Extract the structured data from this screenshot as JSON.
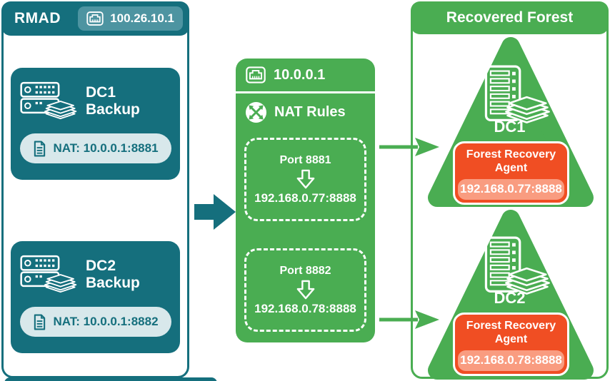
{
  "rmad": {
    "title": "RMAD",
    "ip": "100.26.10.1",
    "servers": [
      {
        "label": "DC1 Backup",
        "nat": "NAT: 10.0.0.1:8881"
      },
      {
        "label": "DC2 Backup",
        "nat": "NAT: 10.0.0.1:8882"
      }
    ]
  },
  "nat_gateway": {
    "ip": "10.0.0.1",
    "title": "NAT Rules",
    "rules": [
      {
        "port": "Port 8881",
        "target": "192.168.0.77:8888"
      },
      {
        "port": "Port 8882",
        "target": "192.168.0.78:8888"
      }
    ]
  },
  "forest": {
    "title": "Recovered Forest",
    "domain_controllers": [
      {
        "name": "DC1",
        "agent": "Forest Recovery Agent",
        "address": "192.168.0.77:8888"
      },
      {
        "name": "DC2",
        "agent": "Forest Recovery Agent",
        "address": "192.168.0.78:8888"
      }
    ]
  },
  "icons": {
    "rmad_badge": "ethernet-port-icon",
    "gateway_badge": "ethernet-port-icon",
    "backup_server": "server-backup-stack-icon",
    "nat_pill": "document-icon",
    "nat_rules": "route-arrows-icon",
    "rule_mapping": "hollow-down-arrow-icon",
    "domain_controller": "server-tower-stack-icon",
    "flow": "right-arrow-icon"
  },
  "colors": {
    "teal": "#156f7d",
    "teal_light": "#4d94a1",
    "teal_pale": "#d8e8eb",
    "green": "#4aad52",
    "orange": "#f04e23",
    "salmon": "#f99c80"
  }
}
